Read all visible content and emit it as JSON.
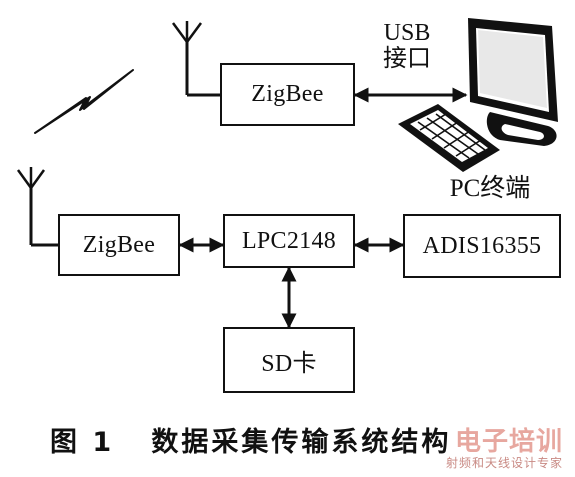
{
  "nodes": {
    "zigbee_top": "ZigBee",
    "zigbee_left": "ZigBee",
    "mcu": "LPC2148",
    "sensor": "ADIS16355",
    "sd": "SD卡"
  },
  "labels": {
    "usb_line1": "USB",
    "usb_line2": "接口",
    "pc_terminal": "PC终端"
  },
  "caption": "图 1   数据采集传输系统结构",
  "watermark": {
    "logo": "电子培训",
    "text": "射频和天线设计专家"
  },
  "icons": [
    "antenna-icon",
    "wireless-signal-icon",
    "pc-monitor-icon",
    "keyboard-icon"
  ],
  "colors": {
    "line": "#111111",
    "watermark": "#e7a79f"
  }
}
